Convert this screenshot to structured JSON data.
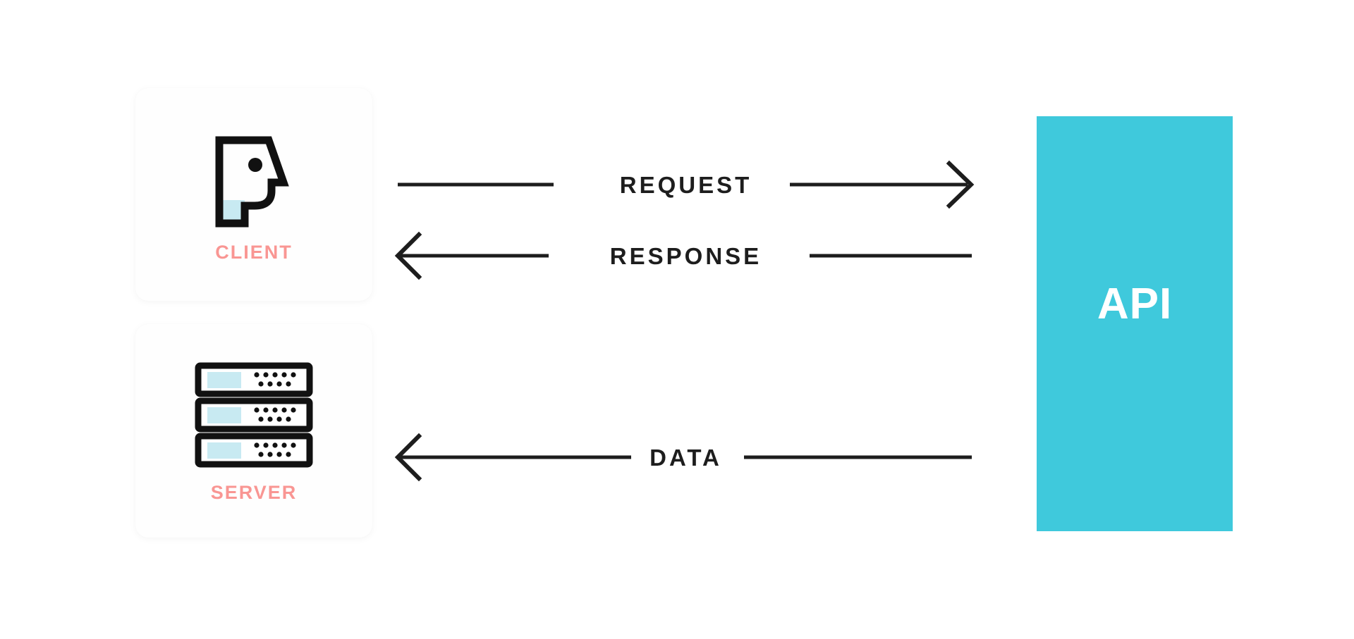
{
  "diagram": {
    "title": "Client Server API Request Response Data Flow",
    "background_color": "#ffffff",
    "nodes": [
      {
        "id": "client",
        "label": "CLIENT",
        "icon": "person-head-profile-icon",
        "label_color": "#F99693",
        "card_color": "#FEFEFE"
      },
      {
        "id": "server",
        "label": "SERVER",
        "icon": "server-rack-icon",
        "label_color": "#F99693",
        "card_color": "#FEFEFE"
      },
      {
        "id": "api",
        "label": "API",
        "label_color": "#FFFFFF",
        "block_color": "#3FC9DC"
      }
    ],
    "flows": [
      {
        "id": "request",
        "label": "REQUEST",
        "from": "client",
        "to": "api",
        "direction": "right",
        "arrowhead": "open-chevron",
        "color": "#1D1D1D"
      },
      {
        "id": "response",
        "label": "RESPONSE",
        "from": "api",
        "to": "client",
        "direction": "left",
        "arrowhead": "open-chevron",
        "color": "#1D1D1D"
      },
      {
        "id": "data",
        "label": "DATA",
        "from": "api",
        "to": "server",
        "direction": "left",
        "arrowhead": "open-chevron",
        "color": "#1D1D1D"
      }
    ],
    "palette": {
      "accent_cyan": "#3FC9DC",
      "accent_coral": "#F99693",
      "icon_fill_light_blue": "#C8EAF2",
      "ink": "#1D1D1D",
      "card": "#FEFEFE"
    }
  }
}
